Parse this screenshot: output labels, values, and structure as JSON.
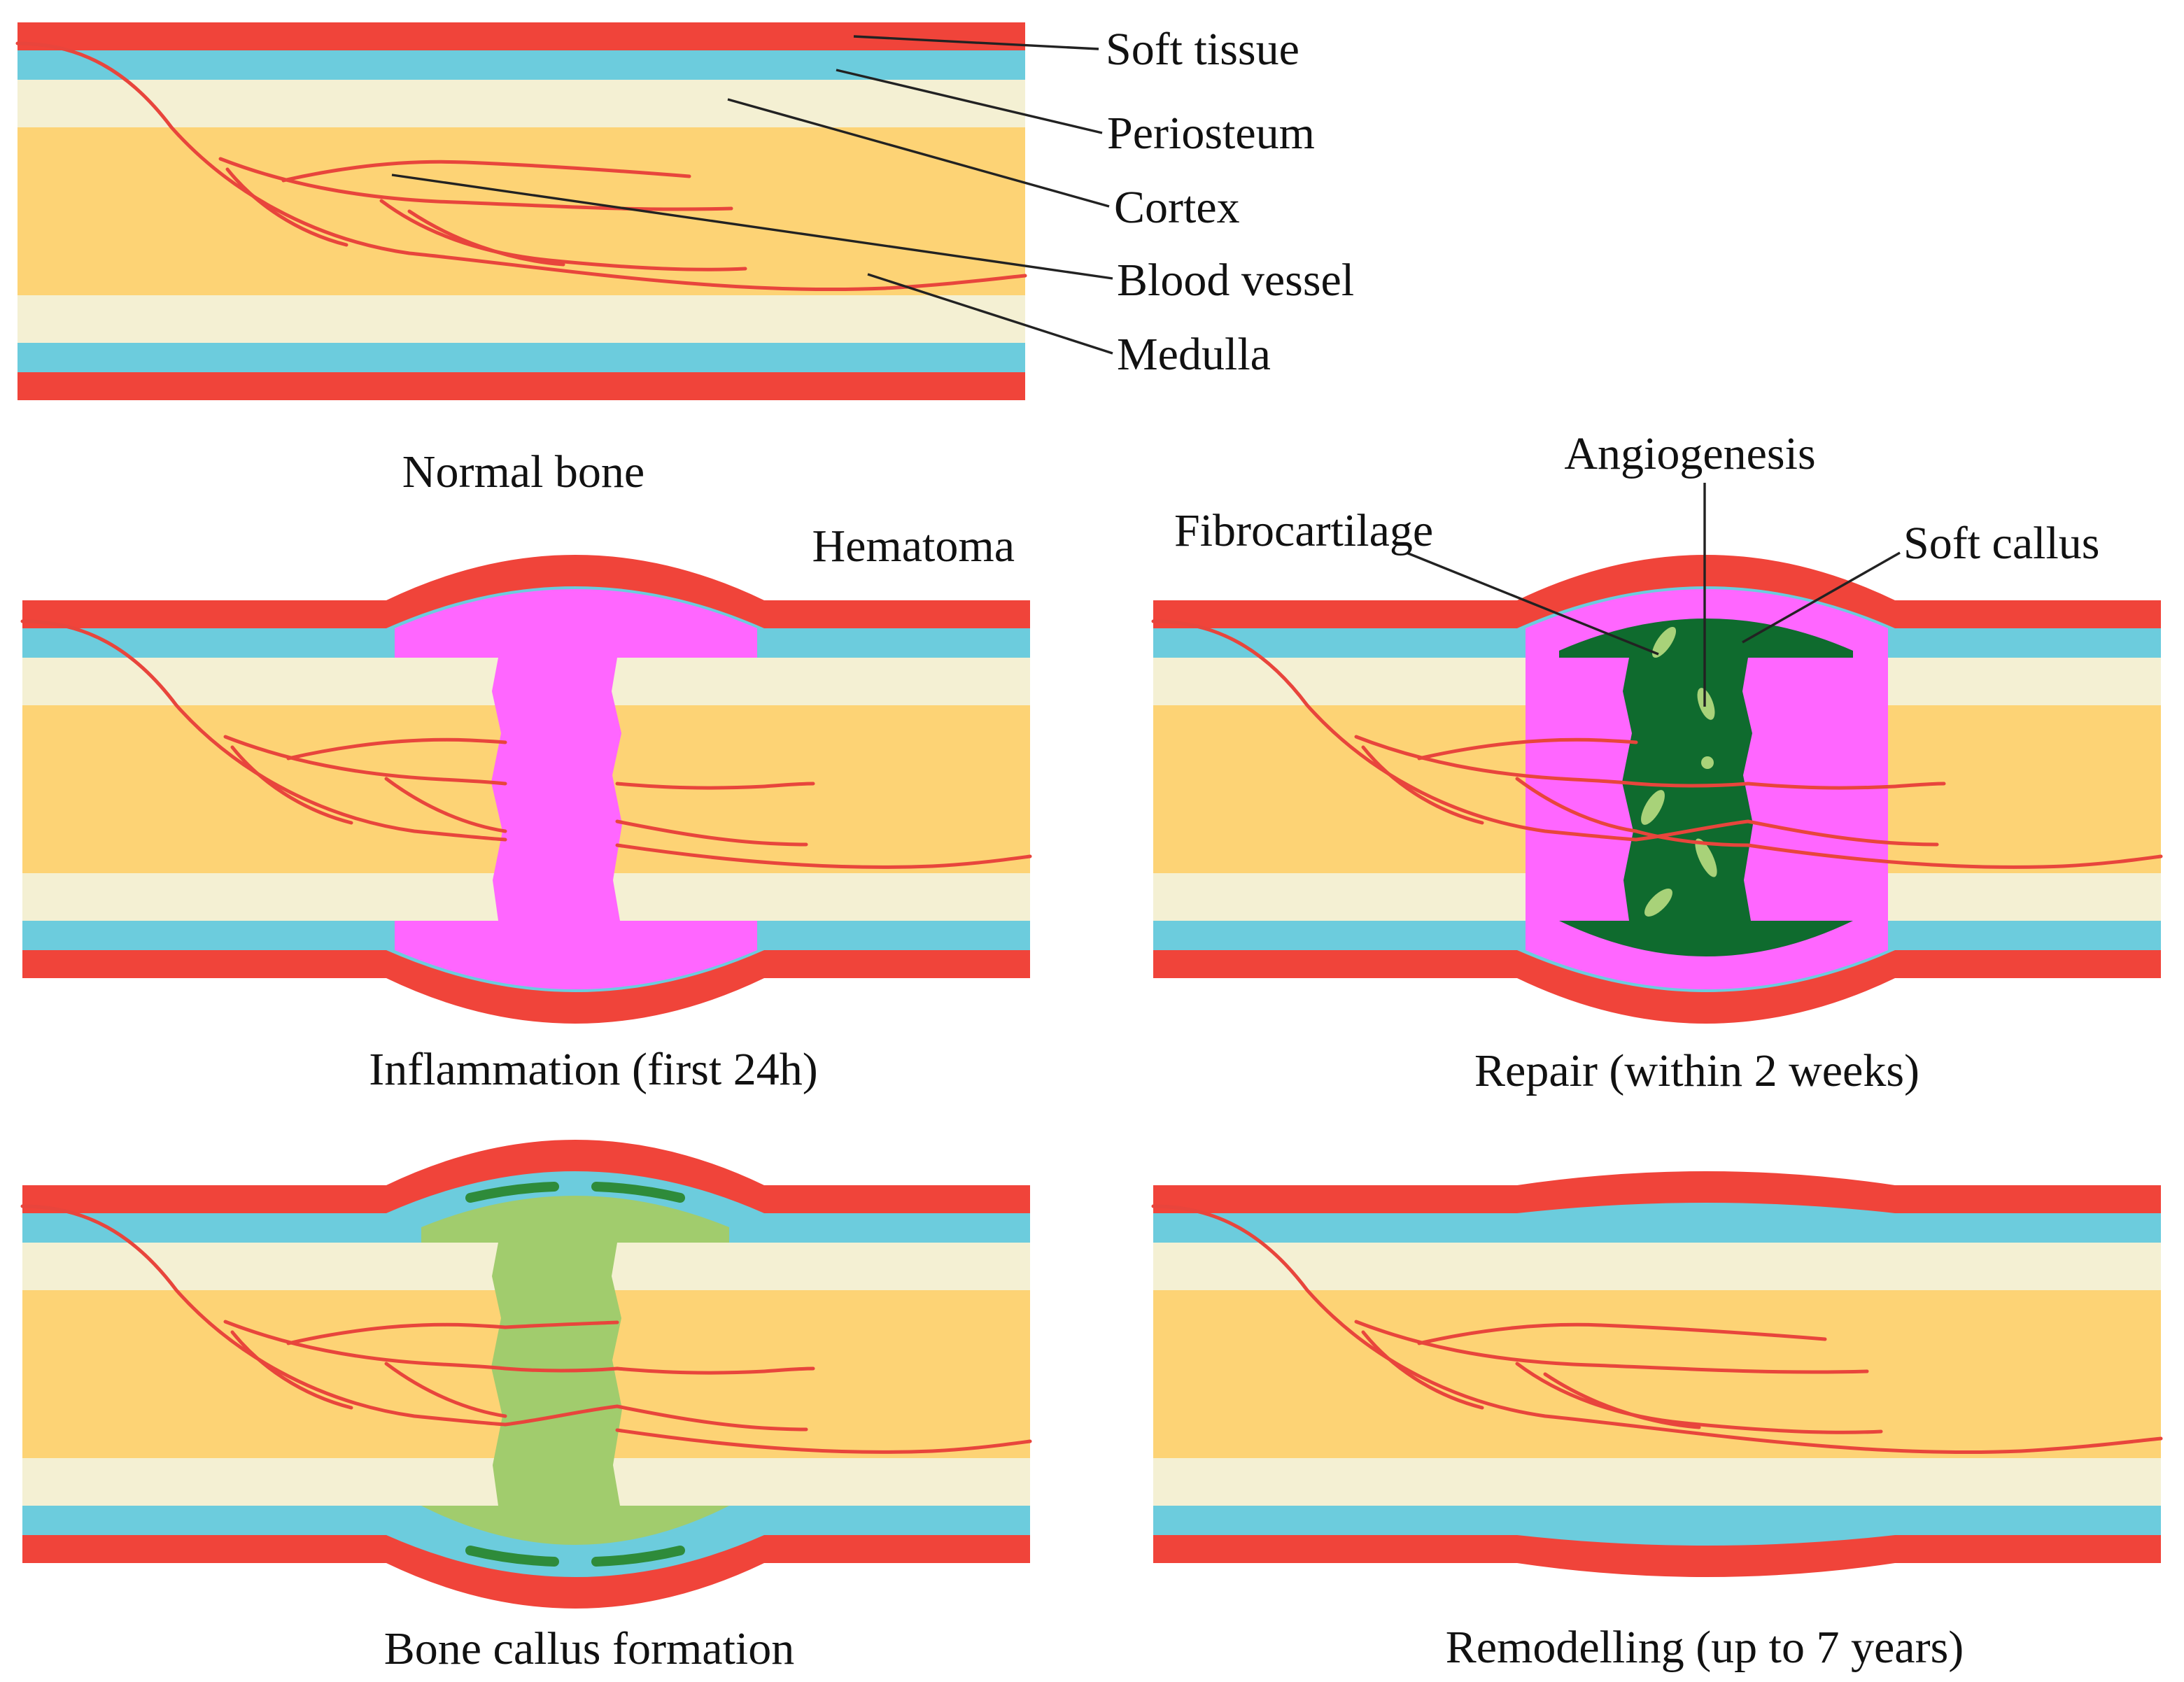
{
  "colors": {
    "soft_tissue": "#F0443A",
    "periosteum": "#6CCCDD",
    "cortex": "#F4F0D3",
    "medulla": "#FDD375",
    "blood_vessel": "#E8453C",
    "hematoma": "#FF66FF",
    "soft_callus": "#0F6B2E",
    "fibrocartilage": "#A8D279",
    "bone_callus": "#A1CC6D",
    "callus_edge": "#2E8B3A"
  },
  "normal": {
    "caption": "Normal bone",
    "labels": {
      "soft_tissue": "Soft tissue",
      "periosteum": "Periosteum",
      "cortex": "Cortex",
      "blood_vessel": "Blood vessel",
      "medulla": "Medulla"
    }
  },
  "inflammation": {
    "caption": "Inflammation (first 24h)",
    "labels": {
      "hematoma": "Hematoma"
    }
  },
  "repair": {
    "caption": "Repair (within 2 weeks)",
    "labels": {
      "angiogenesis": "Angiogenesis",
      "fibrocartilage": "Fibrocartilage",
      "soft_callus": "Soft callus"
    }
  },
  "callus": {
    "caption": "Bone callus formation"
  },
  "remodel": {
    "caption": "Remodelling (up to 7 years)"
  }
}
